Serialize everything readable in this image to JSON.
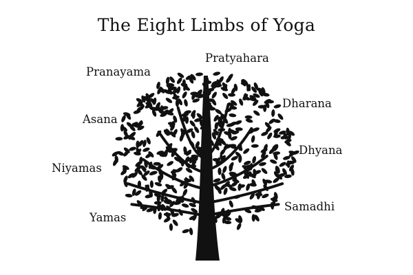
{
  "title": "The Eight Limbs of Yoga",
  "limbs": {
    "pratyahara": "Pratyahara",
    "pranayama": "Pranayama",
    "dharana": "Dharana",
    "asana": "Asana",
    "dhyana": "Dhyana",
    "niyamas": "Niyamas",
    "samadhi": "Samadhi",
    "yamas": "Yamas"
  },
  "colors": {
    "tree": "#111111",
    "background": "#ffffff"
  }
}
